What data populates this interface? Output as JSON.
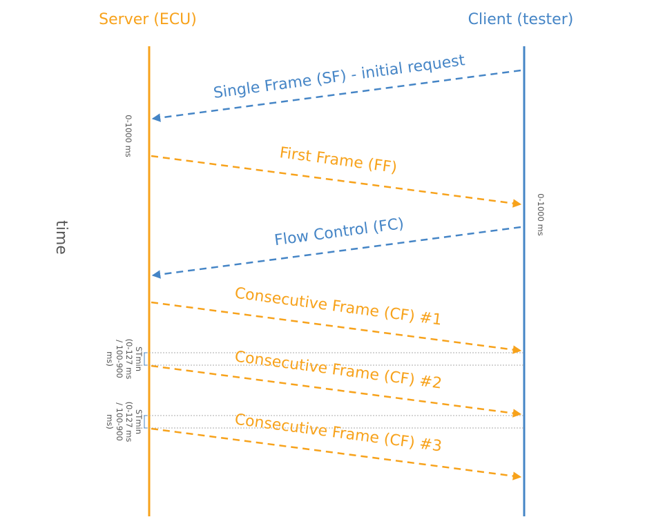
{
  "colors": {
    "server": "#F7A21B",
    "client": "#4585C6",
    "guide": "#aaaaaa",
    "note": "#555555"
  },
  "actors": {
    "server": "Server (ECU)",
    "client": "Client (tester)"
  },
  "axis_label": "time",
  "messages": [
    {
      "id": "sf",
      "label": "Single Frame (SF) - initial request",
      "from": "client",
      "to": "server"
    },
    {
      "id": "ff",
      "label": "First Frame (FF)",
      "from": "server",
      "to": "client"
    },
    {
      "id": "fc",
      "label": "Flow Control (FC)",
      "from": "client",
      "to": "server"
    },
    {
      "id": "cf1",
      "label": "Consecutive Frame (CF) #1",
      "from": "server",
      "to": "client"
    },
    {
      "id": "cf2",
      "label": "Consecutive Frame (CF) #2",
      "from": "server",
      "to": "client"
    },
    {
      "id": "cf3",
      "label": "Consecutive Frame (CF) #3",
      "from": "server",
      "to": "client"
    }
  ],
  "timing_notes": {
    "server_wait": "0-1000 ms",
    "client_wait": "0-1000 ms",
    "stmin_1": [
      "STmin",
      "(0-127 ms",
      "/ 100-900",
      "ms)"
    ],
    "stmin_2": [
      "STmin",
      "(0-127 ms",
      "/ 100-900",
      "ms)"
    ]
  }
}
